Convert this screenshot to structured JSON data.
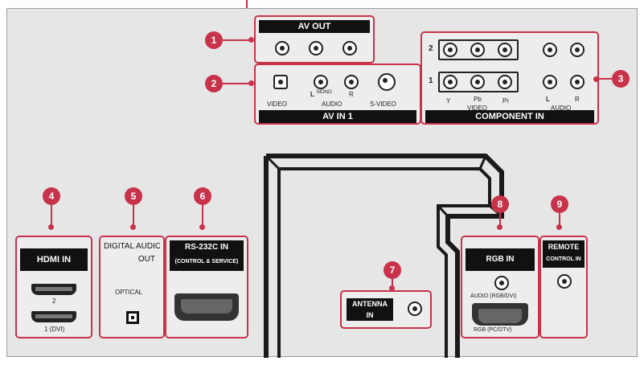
{
  "markers": [
    "1",
    "2",
    "3",
    "4",
    "5",
    "6",
    "7",
    "8",
    "9"
  ],
  "av_out": {
    "title": "AV OUT"
  },
  "av_in": {
    "title": "AV IN 1",
    "video": "VIDEO",
    "mono": "MONO",
    "audio": "AUDIO",
    "l": "L",
    "r": "R",
    "svideo": "S-VIDEO"
  },
  "component_in": {
    "title": "COMPONENT IN",
    "row2": "2",
    "row1": "1",
    "y": "Y",
    "pb": "Pb",
    "pr": "Pr",
    "video": "VIDEO",
    "audio": "AUDIO",
    "l": "L",
    "r": "R"
  },
  "hdmi_in": {
    "title": "HDMI IN",
    "port2": "2",
    "port1": "1 (DVI)"
  },
  "digital_audio_out": {
    "title_line1": "DIGITAL AUDIO",
    "title_line2": "OUT",
    "optical": "OPTICAL"
  },
  "rs232c_in": {
    "title_line1": "RS-232C IN",
    "title_line2": "(CONTROL & SERVICE)"
  },
  "antenna_in": {
    "title_line1": "ANTENNA",
    "title_line2": "IN"
  },
  "rgb_in": {
    "title": "RGB IN",
    "audio": "AUDIO (RGB/DVI)",
    "rgb": "RGB (PC/DTV)"
  },
  "remote": {
    "title_line1": "REMOTE",
    "title_line2": "CONTROL IN"
  }
}
